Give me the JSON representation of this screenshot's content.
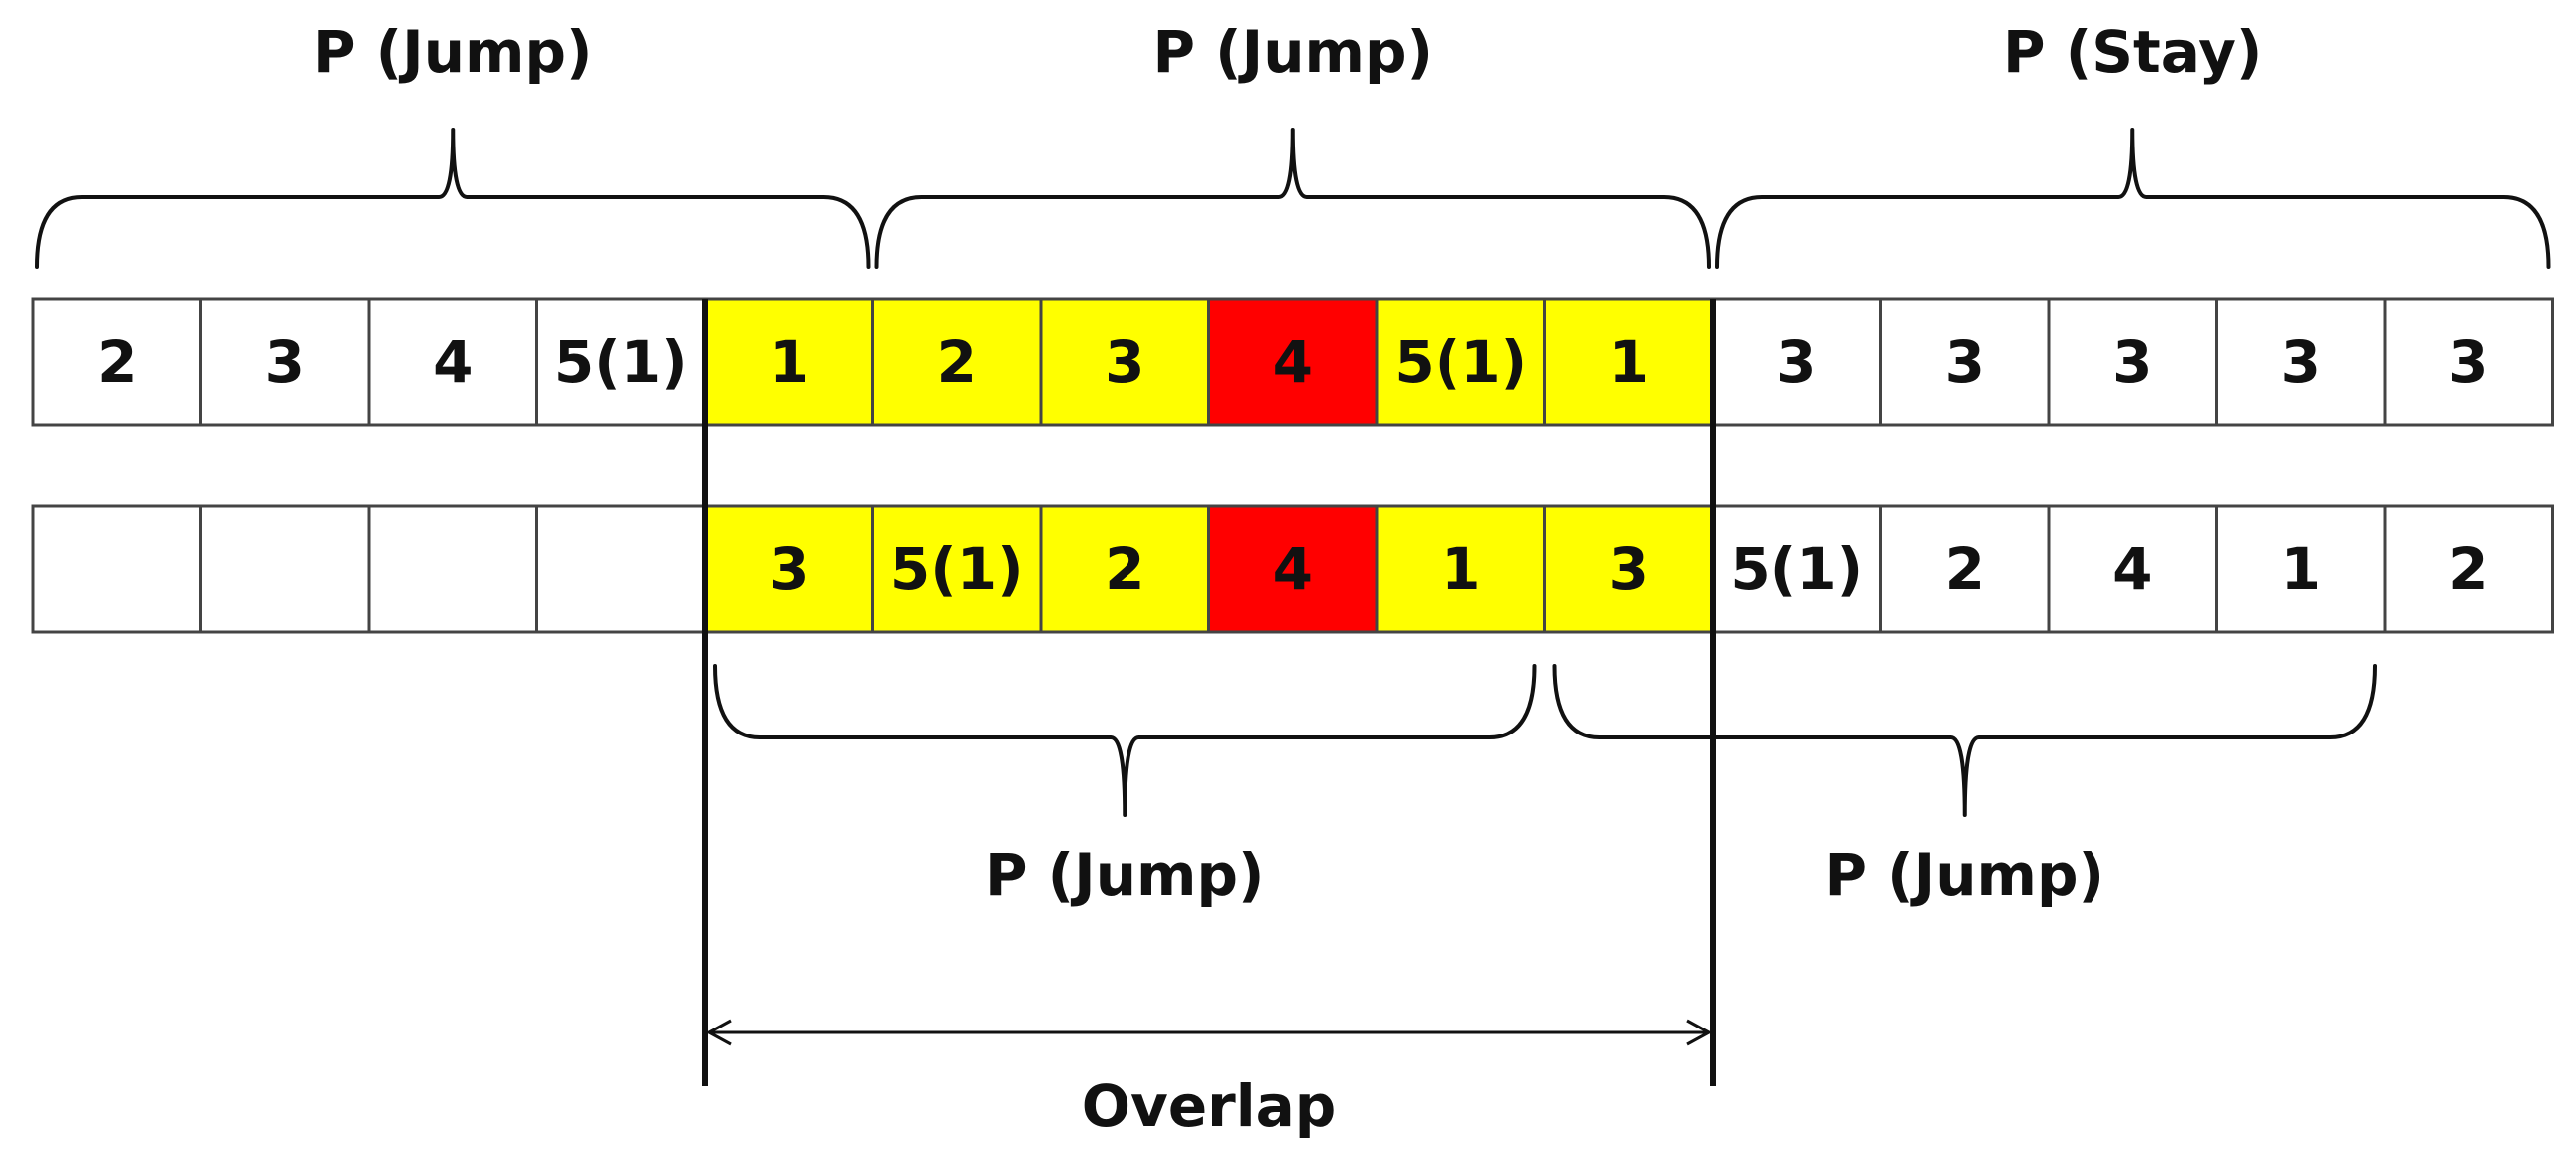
{
  "colors": {
    "highlight": "#ffff00",
    "key": "#ff0000",
    "plain": "#ffffff",
    "border": "#444444",
    "ink": "#111111"
  },
  "top_row": [
    {
      "text": "2",
      "fill": "plain"
    },
    {
      "text": "3",
      "fill": "plain"
    },
    {
      "text": "4",
      "fill": "plain"
    },
    {
      "text": "5(1)",
      "fill": "plain"
    },
    {
      "text": "1",
      "fill": "highlight"
    },
    {
      "text": "2",
      "fill": "highlight"
    },
    {
      "text": "3",
      "fill": "highlight"
    },
    {
      "text": "4",
      "fill": "key"
    },
    {
      "text": "5(1)",
      "fill": "highlight"
    },
    {
      "text": "1",
      "fill": "highlight"
    },
    {
      "text": "3",
      "fill": "plain"
    },
    {
      "text": "3",
      "fill": "plain"
    },
    {
      "text": "3",
      "fill": "plain"
    },
    {
      "text": "3",
      "fill": "plain"
    },
    {
      "text": "3",
      "fill": "plain"
    }
  ],
  "bottom_row": [
    {
      "text": "",
      "fill": "plain"
    },
    {
      "text": "",
      "fill": "plain"
    },
    {
      "text": "",
      "fill": "plain"
    },
    {
      "text": "",
      "fill": "plain"
    },
    {
      "text": "3",
      "fill": "highlight"
    },
    {
      "text": "5(1)",
      "fill": "highlight"
    },
    {
      "text": "2",
      "fill": "highlight"
    },
    {
      "text": "4",
      "fill": "key"
    },
    {
      "text": "1",
      "fill": "highlight"
    },
    {
      "text": "3",
      "fill": "highlight"
    },
    {
      "text": "5(1)",
      "fill": "plain"
    },
    {
      "text": "2",
      "fill": "plain"
    },
    {
      "text": "4",
      "fill": "plain"
    },
    {
      "text": "1",
      "fill": "plain"
    },
    {
      "text": "2",
      "fill": "plain"
    }
  ],
  "top_braces": [
    {
      "label": "P (Jump)",
      "from_cell": 0,
      "to_cell": 4
    },
    {
      "label": "P (Jump)",
      "from_cell": 5,
      "to_cell": 9
    },
    {
      "label": "P (Stay)",
      "from_cell": 10,
      "to_cell": 14
    }
  ],
  "bottom_braces": [
    {
      "label": "P (Jump)",
      "from_cell": 4,
      "to_cell": 8
    },
    {
      "label": "P (Jump)",
      "from_cell": 9,
      "to_cell": 13
    }
  ],
  "overlap": {
    "label": "Overlap",
    "from_cell": 4,
    "to_cell": 9
  }
}
